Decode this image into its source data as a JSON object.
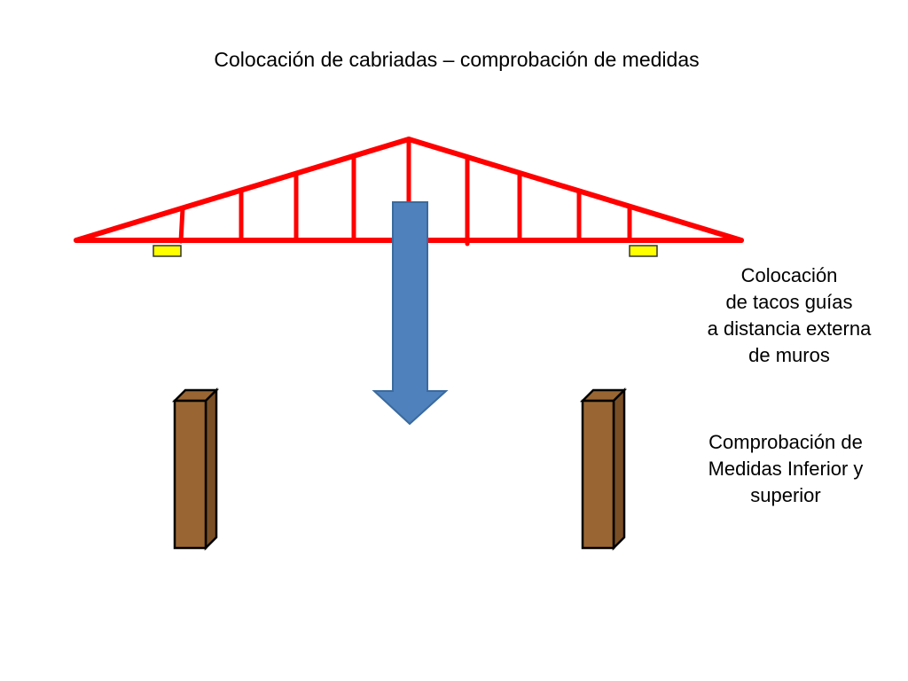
{
  "slide": {
    "title": "Colocación de cabriadas – comprobación de medidas"
  },
  "notes": {
    "tacos": {
      "lines": [
        "Colocación",
        "de tacos guías",
        "a distancia externa",
        "de muros"
      ]
    },
    "medidas": {
      "lines": [
        "Comprobación de",
        "Medidas Inferior y",
        "superior"
      ]
    }
  },
  "colors": {
    "truss": "#ff0000",
    "guide_block": "#ffff00",
    "arrow_fill": "#4f81bd",
    "arrow_stroke": "#3a6a9e",
    "wall_front": "#996633",
    "wall_side": "#7a4f26"
  }
}
